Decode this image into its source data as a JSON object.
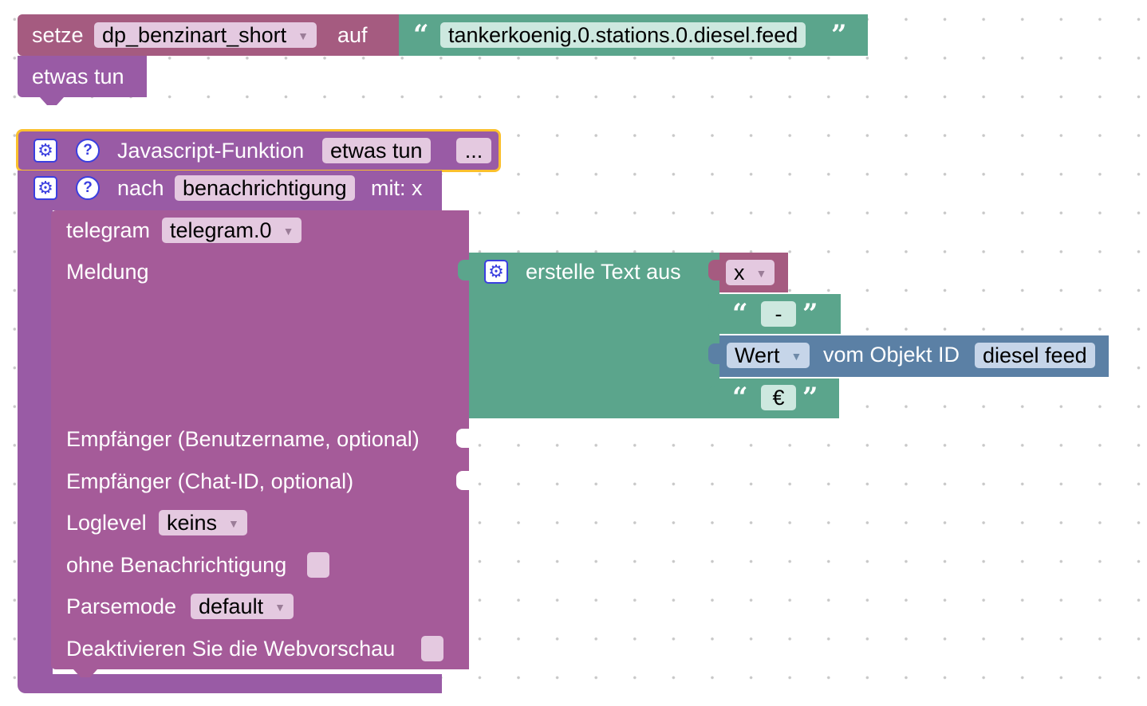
{
  "set_block": {
    "keyword": "setze",
    "variable": "dp_benzinart_short",
    "to_label": "auf",
    "value_text": "tankerkoenig.0.stations.0.diesel.feed"
  },
  "call_block": {
    "label": "etwas tun"
  },
  "function_block": {
    "label": "Javascript-Funktion",
    "name": "etwas tun",
    "more": "..."
  },
  "after_block": {
    "label": "nach",
    "name": "benachrichtigung",
    "with": "mit: x"
  },
  "telegram_block": {
    "label": "telegram",
    "instance": "telegram.0",
    "message_label": "Meldung",
    "recipient_user_label": "Empfänger (Benutzername, optional)",
    "recipient_chat_label": "Empfänger (Chat-ID, optional)",
    "loglevel_label": "Loglevel",
    "loglevel_value": "keins",
    "silent_label": "ohne Benachrichtigung",
    "silent_checked": false,
    "parsemode_label": "Parsemode",
    "parsemode_value": "default",
    "disable_preview_label": "Deaktivieren Sie die Webvorschau",
    "disable_preview_checked": false
  },
  "text_join_block": {
    "label": "erstelle Text aus",
    "var_x": "x",
    "text_dash": "-",
    "value_dropdown": "Wert",
    "from_object_label": "vom Objekt ID",
    "object_id": "diesel feed",
    "text_euro": "€"
  },
  "colors": {
    "variables": "#a55b80",
    "text": "#5ba58c",
    "functions": "#995ba5",
    "telegram": "#a55b99",
    "objects": "#5b80a5",
    "selected_highlight": "#fbc02d",
    "gear_blue": "#3a3fe0"
  },
  "icons": {
    "gear": "gear-icon",
    "help": "help-icon",
    "dropdown": "dropdown-arrow-icon",
    "open_quote": "open-quote-icon",
    "close_quote": "close-quote-icon"
  }
}
